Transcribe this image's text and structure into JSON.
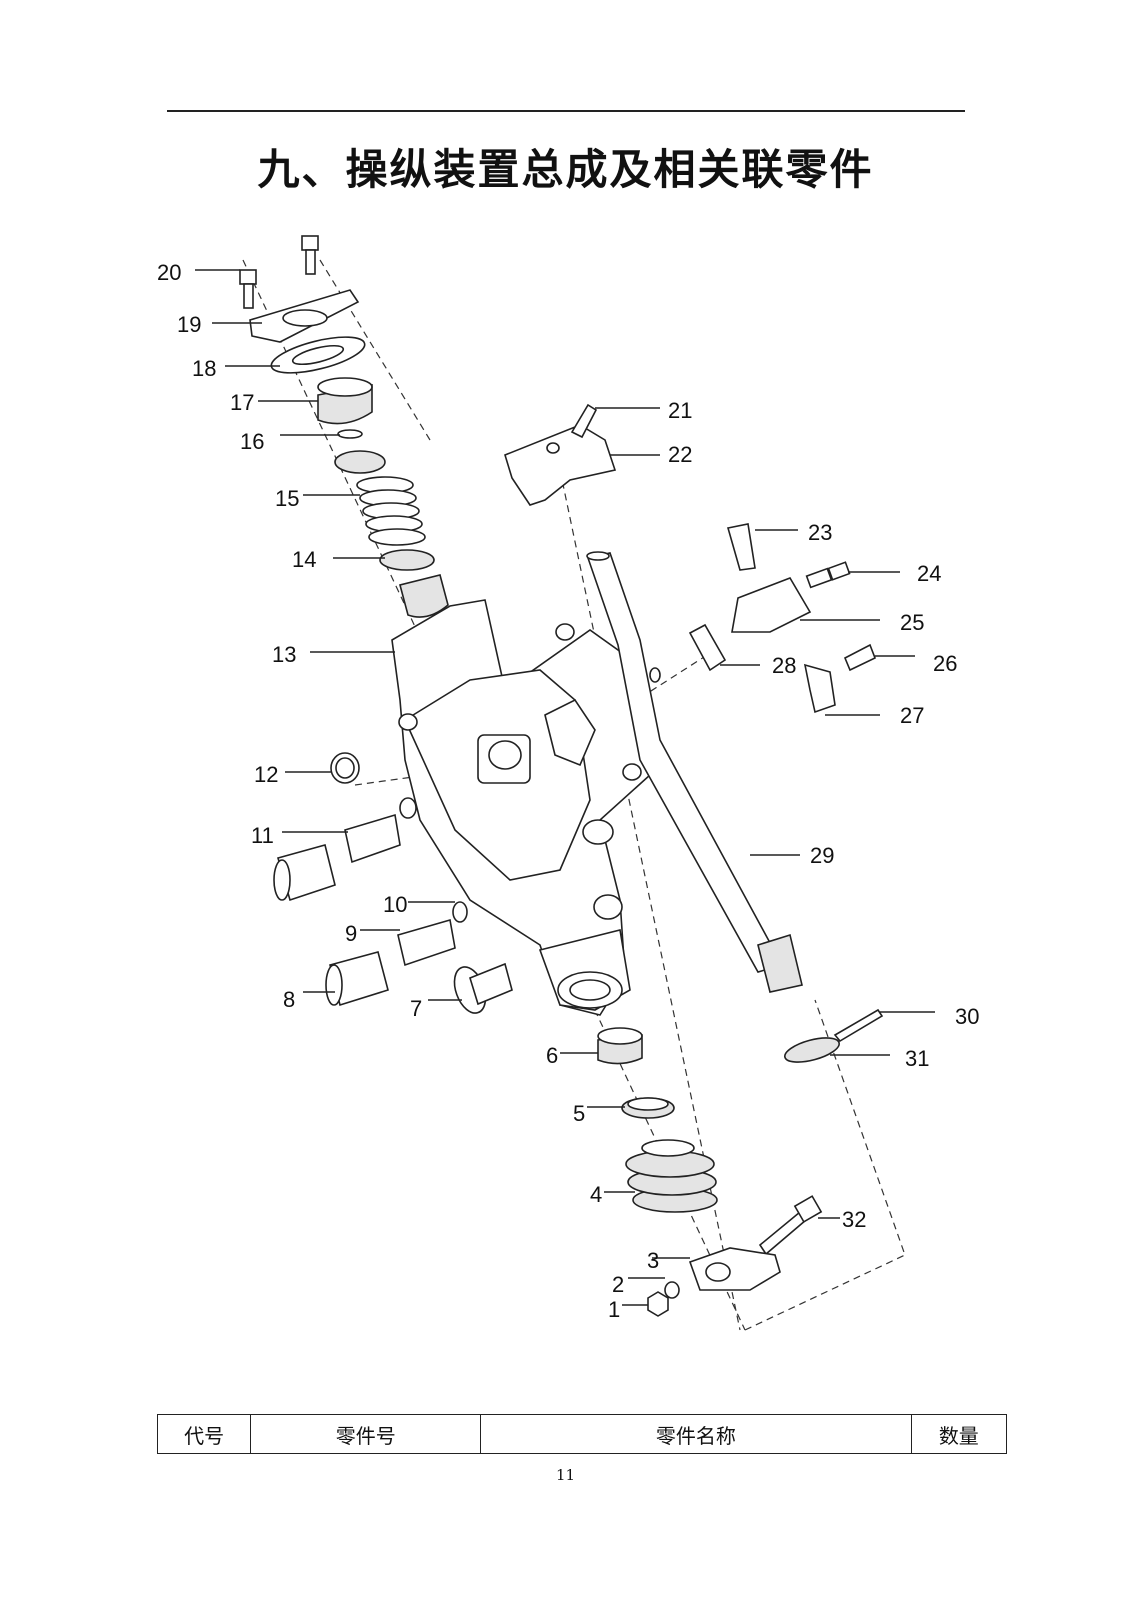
{
  "page": {
    "title": "九、操纵装置总成及相关联零件",
    "page_number": "11"
  },
  "diagram": {
    "callouts": [
      "1",
      "2",
      "3",
      "4",
      "5",
      "6",
      "7",
      "8",
      "9",
      "10",
      "11",
      "12",
      "13",
      "14",
      "15",
      "16",
      "17",
      "18",
      "19",
      "20",
      "21",
      "22",
      "23",
      "24",
      "25",
      "26",
      "27",
      "28",
      "29",
      "30",
      "31",
      "32"
    ]
  },
  "table": {
    "headers": [
      "代号",
      "零件号",
      "零件名称",
      "数量"
    ]
  }
}
